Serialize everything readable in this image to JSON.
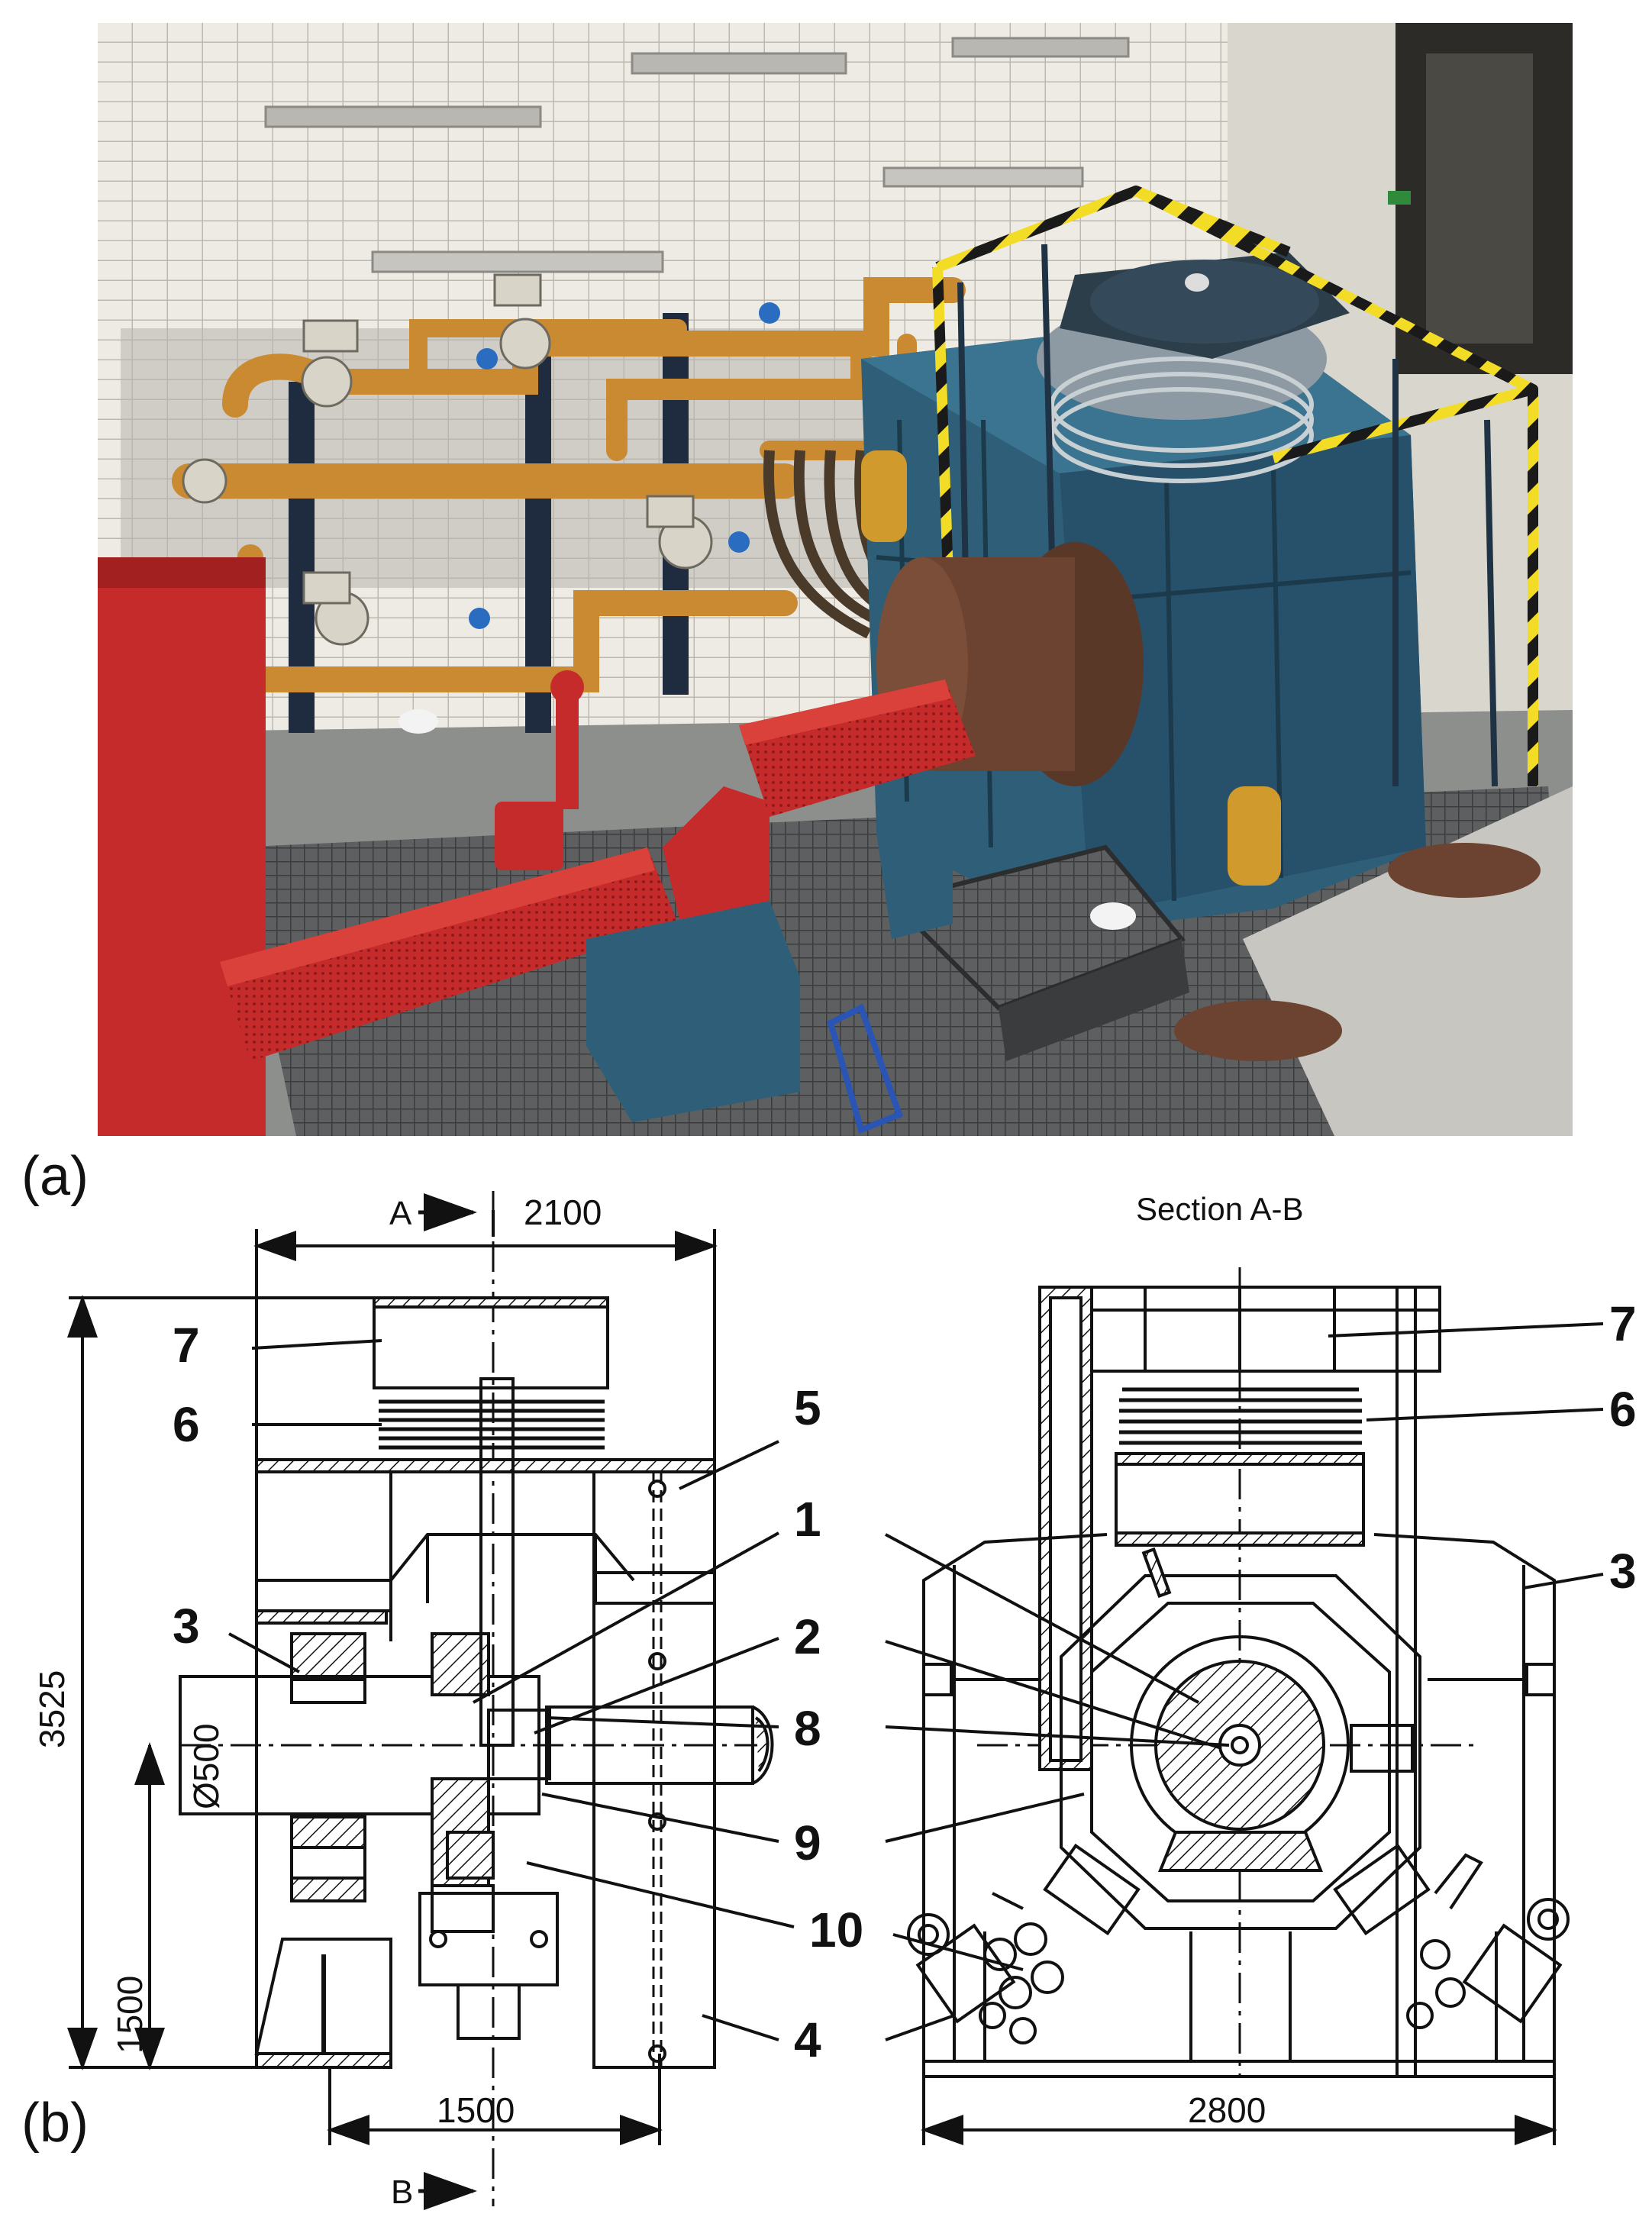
{
  "panels": {
    "a": "(a)",
    "b": "(b)"
  },
  "drawing": {
    "section_marker_top": "A",
    "section_marker_bottom": "B",
    "section_title": "Section A-B",
    "dimensions": {
      "top_width": "2100",
      "height": "3525",
      "shaft_axis_height": "1500",
      "shaft_diameter": "Ø500",
      "bottom_width": "1500",
      "section_width": "2800"
    },
    "callouts_left": [
      "7",
      "6",
      "5",
      "1",
      "3",
      "2",
      "8",
      "9",
      "10",
      "4"
    ],
    "callouts_right": [
      "7",
      "6",
      "3"
    ]
  },
  "colors": {
    "wall": "#ece9e2",
    "frame_blue": "#2f5f78",
    "pipe_orange": "#c98a32",
    "motor_red": "#c52b2b",
    "floor": "#8d8f8d",
    "line": "#111111"
  }
}
